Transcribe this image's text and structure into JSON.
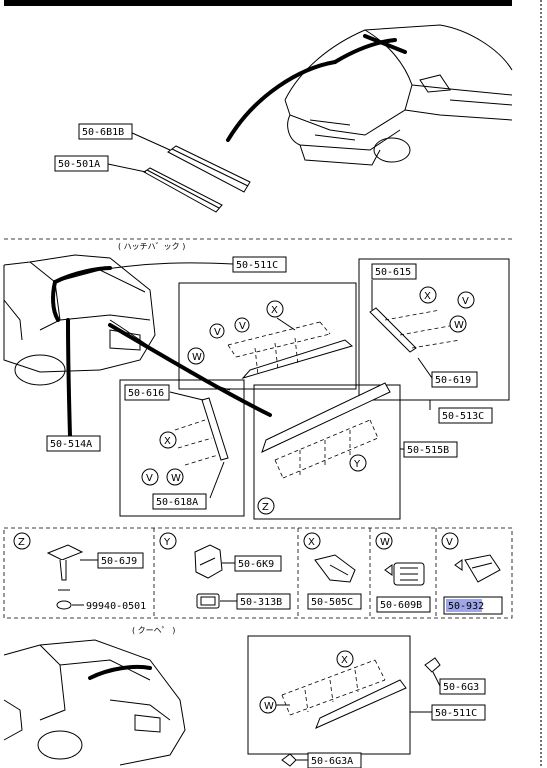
{
  "labels": {
    "p_6b1b": "50-6B1B",
    "p_501a": "50-501A",
    "p_511c_top": "50-511C",
    "p_615": "50-615",
    "p_619": "50-619",
    "p_513c": "50-513C",
    "p_616": "50-616",
    "p_514a": "50-514A",
    "p_515b": "50-515B",
    "p_618a": "50-618A",
    "p_6j9": "50-6J9",
    "p_99940": "99940-0501",
    "p_6k9": "50-6K9",
    "p_313b": "50-313B",
    "p_505c": "50-505C",
    "p_609b": "50-609B",
    "p_932": "50-932",
    "p_6g3": "50-6G3",
    "p_511c_bottom": "50-511C",
    "p_6g3a": "50-6G3A"
  },
  "notes": {
    "hatchback": "( ハッチハ゛ック )",
    "coupe": "( クーヘ゜ )"
  },
  "symbols": {
    "v": "V",
    "w": "W",
    "x": "X",
    "y": "Y",
    "z": "Z"
  },
  "colors": {
    "highlight": "#9ea6e8",
    "ink": "#000000"
  }
}
